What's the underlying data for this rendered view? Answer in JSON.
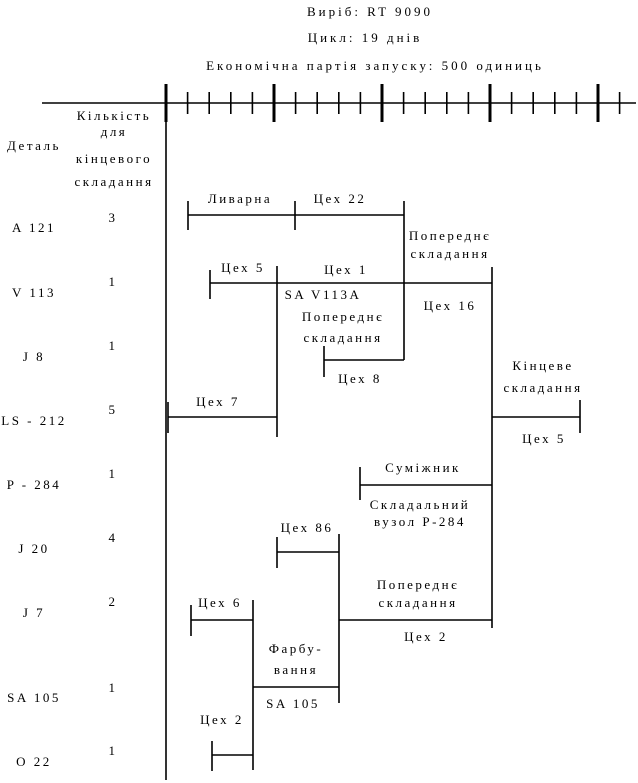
{
  "header": {
    "product": "Виріб: RT 9090",
    "cycle": "Цикл: 19 днів",
    "batch": "Економічна партія запуску: 500 одиниць"
  },
  "columns": {
    "part": "Деталь",
    "qty_lines": [
      "Кількість",
      "для",
      "кінцевого",
      "складання"
    ]
  },
  "parts": [
    {
      "id": "A 121",
      "qty": "3"
    },
    {
      "id": "V 113",
      "qty": "1"
    },
    {
      "id": "J 8",
      "qty": "1"
    },
    {
      "id": "LS - 212",
      "qty": "5"
    },
    {
      "id": "P - 284",
      "qty": "1"
    },
    {
      "id": "J 20",
      "qty": "4"
    },
    {
      "id": "J 7",
      "qty": "2"
    },
    {
      "id": "SA 105",
      "qty": "1"
    },
    {
      "id": "O 22",
      "qty": "1"
    }
  ],
  "labels": {
    "foundry": "Ливарна",
    "shop22": "Цех 22",
    "pre1_a": "Попереднє",
    "pre1_b": "складання",
    "shop5a": "Цех 5",
    "shop1": "Цех 1",
    "sa_v113a": "SA V113A",
    "shop16": "Цех 16",
    "pre2_a": "Попереднє",
    "pre2_b": "складання",
    "shop8": "Цех 8",
    "final_a": "Кінцеве",
    "final_b": "складання",
    "shop7": "Цех 7",
    "shop5b": "Цех 5",
    "supplier": "Суміжник",
    "subasm_a": "Складальний",
    "subasm_b": "вузол Р-284",
    "shop86": "Цех 86",
    "pre3_a": "Попереднє",
    "pre3_b": "складання",
    "shop6": "Цех 6",
    "shop2a": "Цех 2",
    "paint_a": "Фарбу-",
    "paint_b": "вання",
    "sa105": "SA 105",
    "shop2b": "Цех 2"
  }
}
